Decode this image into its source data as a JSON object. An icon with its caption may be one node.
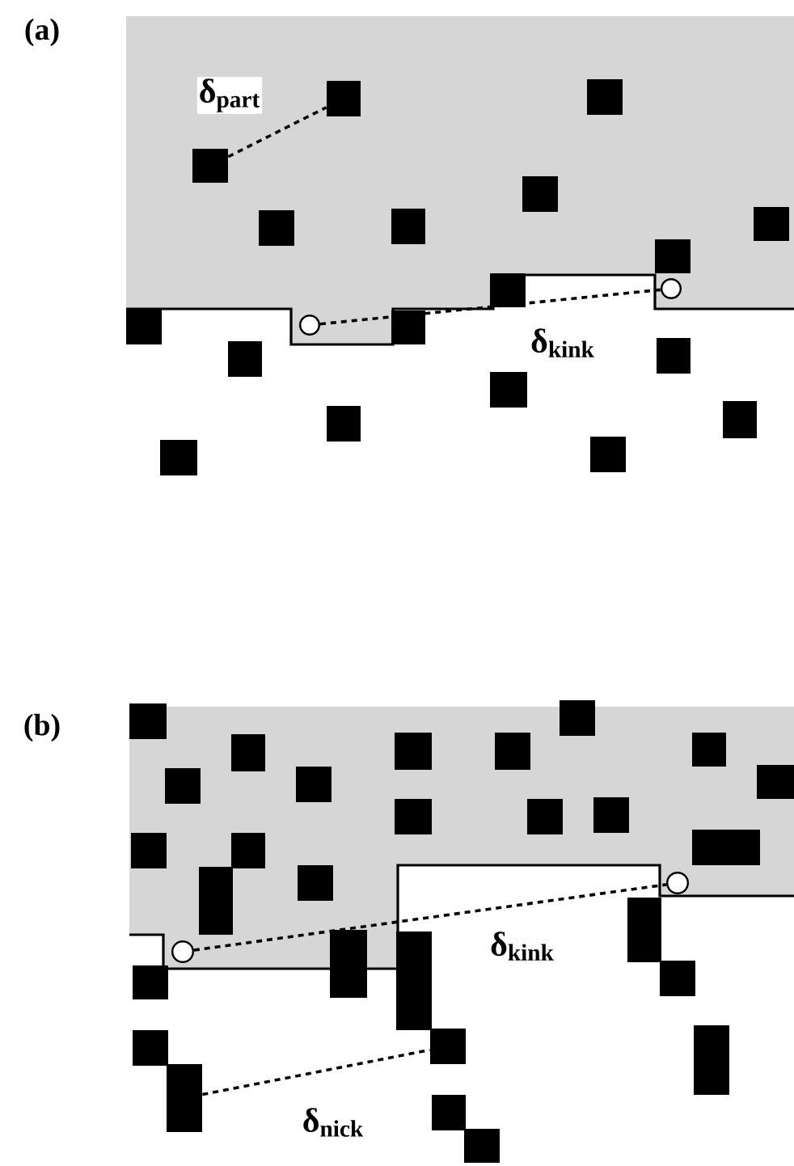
{
  "diagram": {
    "nodes": [
      {
        "text": [],
        "shape": "box"
      },
      {
        "text": [],
        "shape": "box"
      },
      {
        "text": [],
        "shape": "box"
      },
      {
        "text": [],
        "shape": "box"
      },
      {
        "text": [],
        "shape": "box"
      },
      {
        "text": [],
        "shape": "box"
      },
      {
        "text": [],
        "shape": "box"
      },
      {
        "text": [],
        "shape": "box"
      },
      {
        "text": [],
        "shape": "box"
      },
      {
        "text": [],
        "shape": "circle"
      },
      {
        "text": [],
        "shape": "circle"
      },
      {
        "text": [],
        "shape": "box"
      },
      {
        "text": [],
        "shape": "box"
      },
      {
        "text": [],
        "shape": "box"
      },
      {
        "text": [],
        "shape": "box"
      },
      {
        "text": [],
        "shape": "box"
      },
      {
        "text": [],
        "shape": "box"
      },
      {
        "text": [],
        "shape": "box"
      },
      {
        "text": [],
        "shape": "box"
      },
      {
        "text": [],
        "shape": "box"
      },
      {
        "text": [],
        "shape": "box"
      },
      {
        "text": [],
        "shape": "box"
      },
      {
        "text": [],
        "shape": "box"
      },
      {
        "text": [],
        "shape": "box"
      },
      {
        "text": [],
        "shape": "box"
      },
      {
        "text": [],
        "shape": "box"
      },
      {
        "text": [],
        "shape": "box"
      },
      {
        "text": [],
        "shape": "box"
      },
      {
        "text": [],
        "shape": "box"
      },
      {
        "text": [],
        "shape": "box"
      },
      {
        "text": [],
        "shape": "box"
      },
      {
        "text": [],
        "shape": "box"
      },
      {
        "text": [],
        "shape": "box"
      },
      {
        "text": [],
        "shape": "box"
      },
      {
        "text": [],
        "shape": "box"
      },
      {
        "text": [],
        "shape": "box"
      },
      {
        "text": [],
        "shape": "box"
      },
      {
        "text": [],
        "shape": "circle"
      },
      {
        "text": [],
        "shape": "circle"
      },
      {
        "text": [],
        "shape": "box"
      },
      {
        "text": [],
        "shape": "box"
      },
      {
        "text": [],
        "shape": "box"
      },
      {
        "text": [],
        "shape": "box"
      },
      {
        "text": [],
        "shape": "box"
      },
      {
        "text": [],
        "shape": "box"
      },
      {
        "text": [],
        "shape": "box"
      },
      {
        "text": [],
        "shape": "box"
      },
      {
        "text": [],
        "shape": "box"
      },
      {
        "text": [],
        "shape": "box"
      },
      {
        "text": [],
        "shape": "box"
      }
    ],
    "edges": [
      {
        "from": 2,
        "to": 0,
        "arrow": "none",
        "style": "dashed",
        "label": "δ$_{part}$"
      },
      {
        "from": 10,
        "to": 9,
        "arrow": "none",
        "style": "dashed",
        "label": "δ$_{kink}$"
      },
      {
        "from": 38,
        "to": 37,
        "arrow": "none",
        "style": "dashed",
        "label": "δ$_{kink}$"
      },
      {
        "from": 47,
        "to": 45,
        "arrow": "none",
        "style": "dashed",
        "label": "δ$_{nick}$"
      }
    ],
    "labels": [
      "(a)",
      "(b)"
    ]
  }
}
